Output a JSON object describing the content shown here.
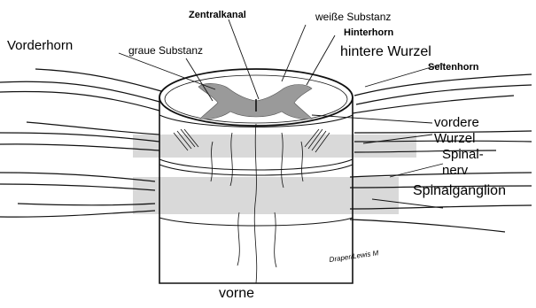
{
  "labels": {
    "zentralkanal": "Zentralkanal",
    "weisse_substanz": "weiße Substanz",
    "hinterhorn": "Hinterhorn",
    "vorderhorn": "Vorderhorn",
    "graue_substanz": "graue Substanz",
    "hintere_wurzel": "hintere Wurzel",
    "seitenhorn": "Seitenhorn",
    "vordere_wurzel_1": "vordere",
    "vordere_wurzel_2": "Wurzel",
    "spinalnerv_1": "Spinal-",
    "spinalnerv_2": "nerv",
    "spinalganglion": "Spinalganglion",
    "vorne": "vorne"
  },
  "signature": "Draper/Lewis M",
  "colors": {
    "line": "#111111",
    "grey_matter": "#9a9a9a",
    "band": "#d9d9d9",
    "background": "#ffffff"
  }
}
